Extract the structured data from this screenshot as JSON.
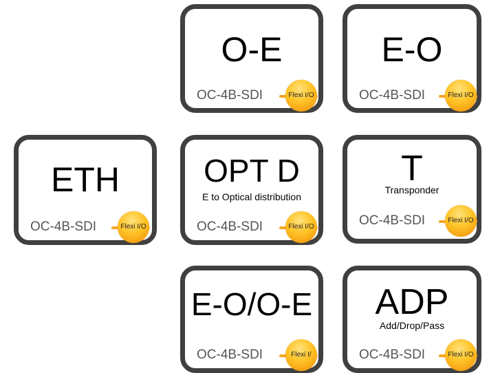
{
  "cards": {
    "oe": {
      "title": "O-E",
      "subtitle": "",
      "model": "OC-4B-SDI",
      "badge": "Flexi I/O"
    },
    "eo": {
      "title": "E-O",
      "subtitle": "",
      "model": "OC-4B-SDI",
      "badge": "Flexi I/O"
    },
    "eth": {
      "title": "ETH",
      "subtitle": "",
      "model": "OC-4B-SDI",
      "badge": "Flexi I/O"
    },
    "optd": {
      "title": "OPT D",
      "subtitle": "E to Optical distribution",
      "model": "OC-4B-SDI",
      "badge": "Flexi I/O"
    },
    "t": {
      "title": "T",
      "subtitle": "Transponder",
      "model": "OC-4B-SDI",
      "badge": "Flexi I/O"
    },
    "eooe": {
      "title": "E-O/O-E",
      "subtitle": "",
      "model": "OC-4B-SDI",
      "badge": "Flexi I/"
    },
    "adp": {
      "title": "ADP",
      "subtitle": "Add/Drop/Pass",
      "model": "OC-4B-SDI",
      "badge": "Flexi I/O"
    }
  }
}
